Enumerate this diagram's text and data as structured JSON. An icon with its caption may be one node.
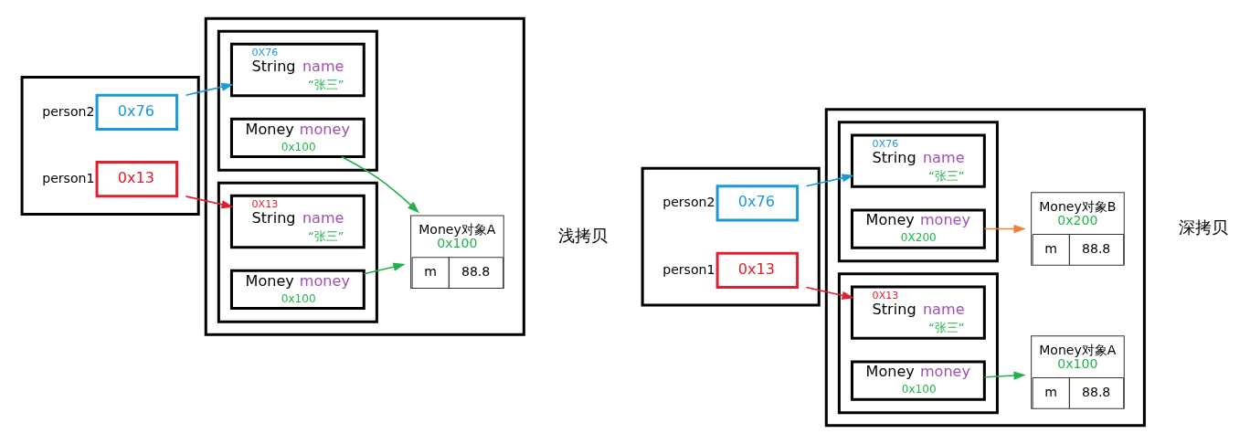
{
  "diagram": {
    "nodes": [
      {
        "text": [],
        "shape": "box"
      },
      {
        "text": [
          "0x76"
        ],
        "beside": [
          "person2"
        ],
        "in": 0
      },
      {
        "text": [
          "0x13"
        ],
        "beside": [
          "person1"
        ],
        "in": 0
      },
      {
        "text": [],
        "shape": "box"
      },
      {
        "text": [],
        "shape": "box",
        "in": 3
      },
      {
        "text": [
          "0X76",
          "String name",
          "“张三”"
        ],
        "in": 4
      },
      {
        "text": [
          "Money money",
          "0x100"
        ],
        "in": 4
      },
      {
        "text": [],
        "shape": "box",
        "in": 3
      },
      {
        "text": [
          "0X13",
          "String name",
          "“张三”"
        ],
        "in": 7
      },
      {
        "text": [
          "Money money",
          "0x100"
        ],
        "in": 7
      },
      {
        "text": [
          "Money对象A",
          "0x100",
          "m",
          "88.8"
        ],
        "in": 3
      },
      {
        "text": [],
        "shape": "box"
      },
      {
        "text": [
          "0x76"
        ],
        "beside": [
          "person2"
        ],
        "in": 11
      },
      {
        "text": [
          "0x13"
        ],
        "beside": [
          "person1"
        ],
        "in": 11
      },
      {
        "text": [],
        "shape": "box"
      },
      {
        "text": [],
        "shape": "box",
        "in": 14
      },
      {
        "text": [
          "0X76",
          "String name",
          "“张三”"
        ],
        "in": 15
      },
      {
        "text": [
          "Money money",
          "0X200"
        ],
        "in": 15
      },
      {
        "text": [],
        "shape": "box",
        "in": 14
      },
      {
        "text": [
          "0X13",
          "String name",
          "“张三”"
        ],
        "in": 18
      },
      {
        "text": [
          "Money money",
          "0x100"
        ],
        "in": 18
      },
      {
        "text": [
          "Money对象B",
          "0x200",
          "m",
          "88.8"
        ],
        "in": 14
      },
      {
        "text": [
          "Money对象A",
          "0x100",
          "m",
          "88.8"
        ],
        "in": 14
      }
    ],
    "edges": [
      {
        "from": 1,
        "to": 5,
        "arrow": "to",
        "color": "#1a9ad6"
      },
      {
        "from": 2,
        "to": 8,
        "arrow": "to",
        "color": "#e02030"
      },
      {
        "from": 6,
        "to": 10,
        "arrow": "to",
        "color": "#22b14c"
      },
      {
        "from": 9,
        "to": 10,
        "arrow": "to",
        "color": "#22b14c"
      },
      {
        "from": 12,
        "to": 16,
        "arrow": "to",
        "color": "#1a9ad6"
      },
      {
        "from": 13,
        "to": 19,
        "arrow": "to",
        "color": "#e02030"
      },
      {
        "from": 17,
        "to": 21,
        "arrow": "to",
        "color": "#f08030"
      },
      {
        "from": 20,
        "to": 22,
        "arrow": "to",
        "color": "#22b14c"
      }
    ],
    "labels": [
      "浅拷贝",
      "深拷贝"
    ]
  }
}
